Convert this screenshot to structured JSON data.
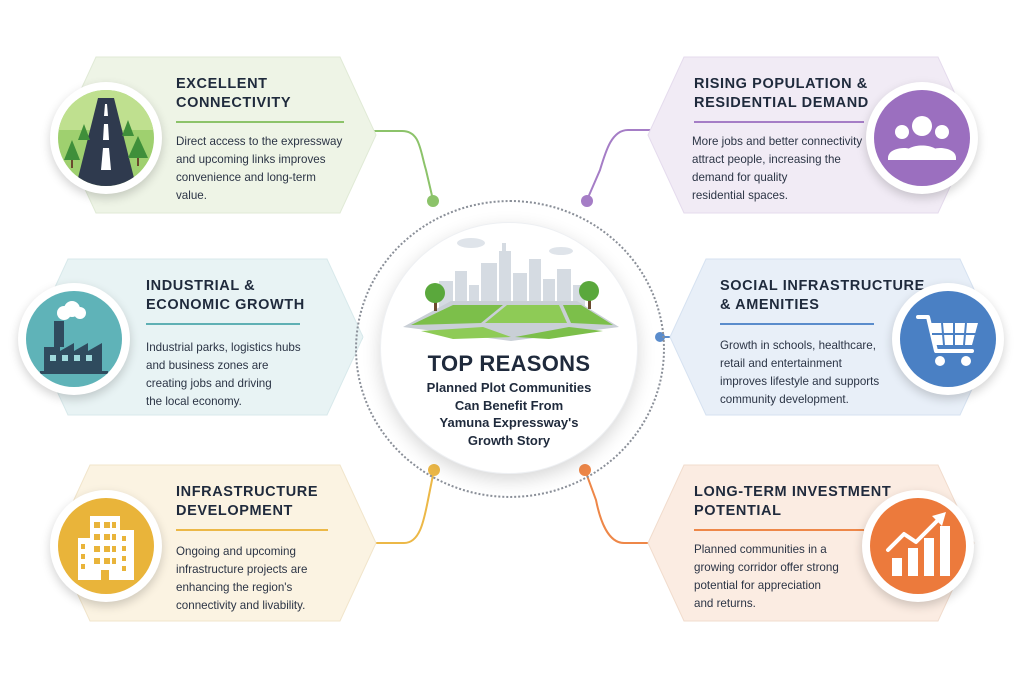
{
  "center": {
    "title": "TOP REASONS",
    "subtitle": "Planned Plot Communities\nCan Benefit From\nYamuna Expressway's\nGrowth Story"
  },
  "cards": [
    {
      "id": "connectivity",
      "title": "EXCELLENT\nCONNECTIVITY",
      "desc": "Direct access to the expressway\nand upcoming links improves\nconvenience and long-term\nvalue.",
      "icon": "road-icon",
      "color": "#7fbf5a",
      "bg": "#eef4e6"
    },
    {
      "id": "industrial",
      "title": "INDUSTRIAL &\nECONOMIC GROWTH",
      "desc": "Industrial parks, logistics hubs\nand business zones are\ncreating jobs and driving\nthe local economy.",
      "icon": "factory-icon",
      "color": "#4aa3a8",
      "bg": "#e8f3f4"
    },
    {
      "id": "infrastructure",
      "title": "INFRASTRUCTURE\nDEVELOPMENT",
      "desc": "Ongoing and upcoming\ninfrastructure projects are\nenhancing the region's\nconnectivity and livability.",
      "icon": "building-icon",
      "color": "#e8b53c",
      "bg": "#fbf3e2"
    },
    {
      "id": "population",
      "title": "RISING POPULATION &\nRESIDENTIAL DEMAND",
      "desc": "More jobs and better connectivity\nattract people, increasing the\ndemand for quality\nresidential spaces.",
      "icon": "people-icon",
      "color": "#9b6fbf",
      "bg": "#f1ebf5"
    },
    {
      "id": "social",
      "title": "SOCIAL INFRASTRUCTURE\n& AMENITIES",
      "desc": "Growth in schools, healthcare,\nretail and entertainment\nimproves lifestyle and supports\ncommunity development.",
      "icon": "shopping-cart-icon",
      "color": "#4a80c4",
      "bg": "#e8eff8"
    },
    {
      "id": "investment",
      "title": "LONG-TERM INVESTMENT\nPOTENTIAL",
      "desc": "Planned communities in a\ngrowing corridor offer strong\npotential for appreciation\nand returns.",
      "icon": "growth-chart-icon",
      "color": "#ec7a3c",
      "bg": "#fbece2"
    }
  ]
}
